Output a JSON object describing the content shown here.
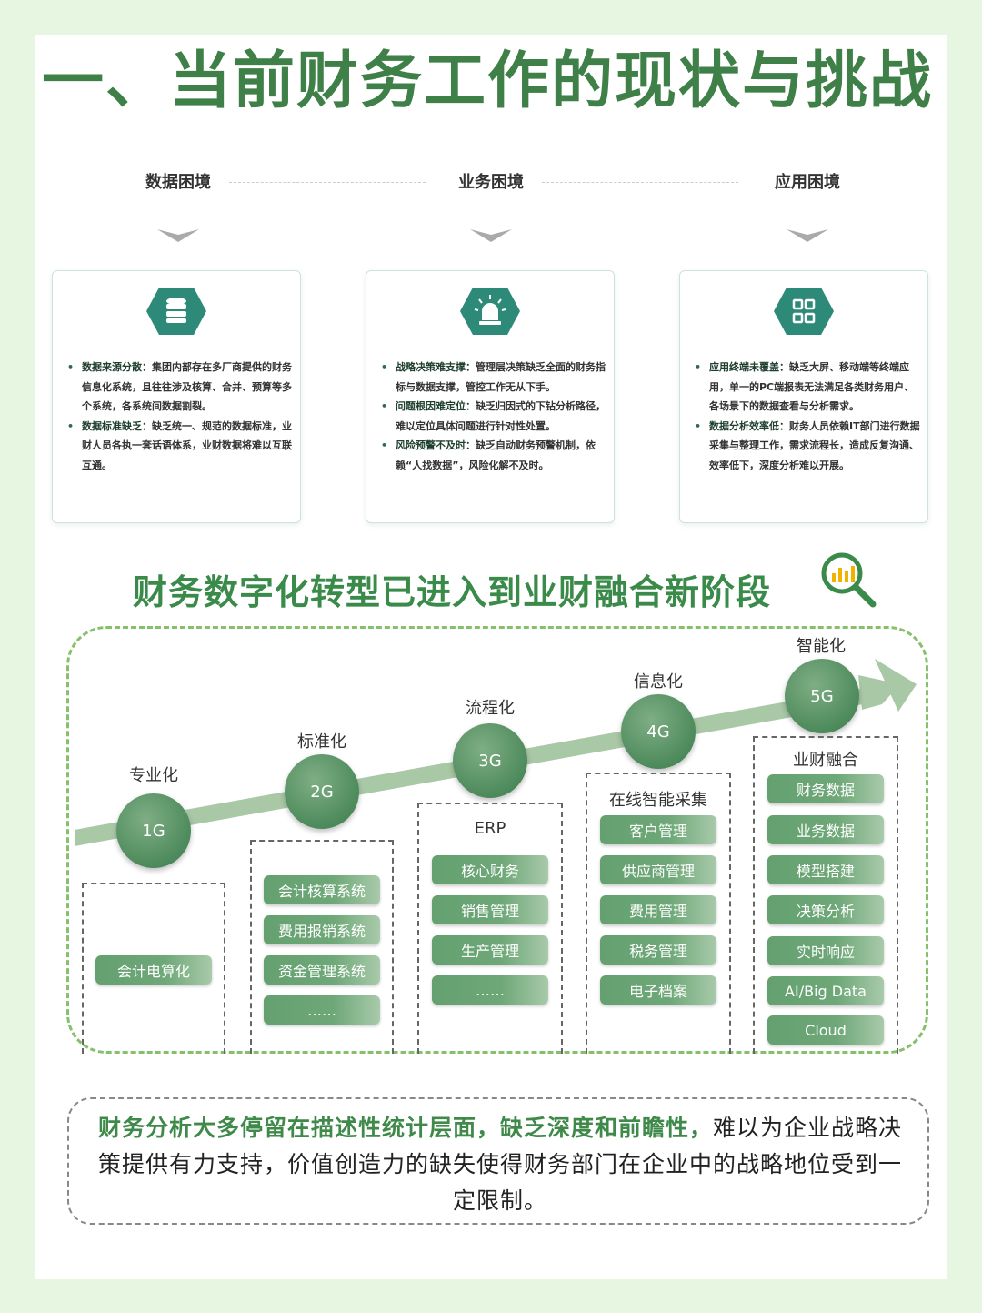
{
  "main_title": "一、当前财务工作的现状与挑战",
  "columns": [
    {
      "heading": "数据困境",
      "icon": "database-icon",
      "bullets": [
        {
          "bold": "数据来源分散：",
          "text": "集团内部存在多厂商提供的财务信息化系统，且往往涉及核算、合并、预算等多个系统，各系统间数据割裂。"
        },
        {
          "bold": "数据标准缺乏：",
          "text": "缺乏统一、规范的数据标准，业财人员各执一套话语体系，业财数据将难以互联互通。"
        }
      ]
    },
    {
      "heading": "业务困境",
      "icon": "alarm-light-icon",
      "bullets": [
        {
          "bold": "战略决策难支撑：",
          "text": "管理层决策缺乏全面的财务指标与数据支撑，管控工作无从下手。"
        },
        {
          "bold": "问题根因难定位：",
          "text": "缺乏归因式的下钻分析路径，难以定位具体问题进行针对性处置。"
        },
        {
          "bold": "风险预警不及时：",
          "text": "缺乏自动财务预警机制，依赖“人找数据”，风险化解不及时。"
        }
      ]
    },
    {
      "heading": "应用困境",
      "icon": "grid-apps-icon",
      "bullets": [
        {
          "bold": "应用终端未覆盖：",
          "text": "缺乏大屏、移动端等终端应用，单一的PC端报表无法满足各类财务用户、各场景下的数据查看与分析需求。"
        },
        {
          "bold": "数据分析效率低：",
          "text": "财务人员依赖IT部门进行数据采集与整理工作，需求流程长，造成反复沟通、效率低下，深度分析难以开展。"
        }
      ]
    }
  ],
  "sub_title": "财务数字化转型已进入到业财融合新阶段",
  "stages": [
    {
      "label": "专业化",
      "node": "1G",
      "box_head": "",
      "items": [
        "会计电算化"
      ]
    },
    {
      "label": "标准化",
      "node": "2G",
      "box_head": "",
      "items": [
        "会计核算系统",
        "费用报销系统",
        "资金管理系统",
        "……"
      ]
    },
    {
      "label": "流程化",
      "node": "3G",
      "box_head": "ERP",
      "items": [
        "核心财务",
        "销售管理",
        "生产管理",
        "……"
      ]
    },
    {
      "label": "信息化",
      "node": "4G",
      "box_head": "在线智能采集",
      "items": [
        "客户管理",
        "供应商管理",
        "费用管理",
        "税务管理",
        "电子档案"
      ]
    },
    {
      "label": "智能化",
      "node": "5G",
      "box_head": "业财融合",
      "items": [
        "财务数据",
        "业务数据",
        "模型搭建",
        "决策分析",
        "实时响应",
        "AI/Big Data",
        "Cloud"
      ]
    }
  ],
  "summary": {
    "highlight": "财务分析大多停留在描述性统计层面，缺乏深度和前瞻性，",
    "rest": "难以为企业战略决策提供有力支持，价值创造力的缺失使得财务部门在企业中的战略地位受到一定限制。"
  },
  "colors": {
    "brand_green": "#3f8048",
    "accent_green": "#3a8a4a",
    "pill_green": "#64a070",
    "frame_green": "#86c06a"
  }
}
